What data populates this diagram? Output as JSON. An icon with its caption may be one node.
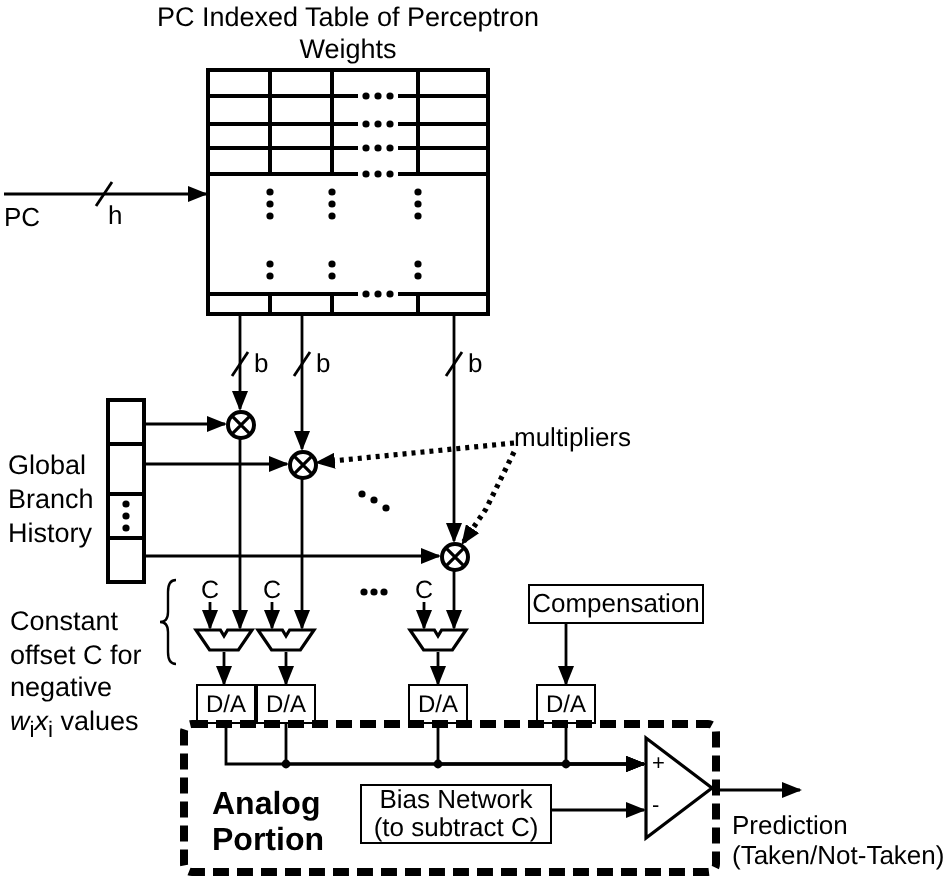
{
  "diagram": {
    "nodes": [
      {
        "text": [
          "PC Indexed Table of Perceptron Weights"
        ]
      },
      {
        "text": [
          "PC"
        ]
      },
      {
        "text": [
          "Global Branch History"
        ]
      },
      {
        "text": [],
        "shape": "circle"
      },
      {
        "text": [],
        "shape": "circle"
      },
      {
        "text": [
          "multipliers"
        ]
      },
      {
        "text": [],
        "shape": "circle"
      },
      {
        "text": [
          "C"
        ]
      },
      {
        "text": [
          "C"
        ]
      },
      {
        "text": [
          "C"
        ]
      },
      {
        "text": [
          "Compensation"
        ]
      },
      {
        "text": [],
        "shape": "trapezoid"
      },
      {
        "text": [],
        "shape": "trapezoid"
      },
      {
        "text": [],
        "shape": "trapezoid"
      },
      {
        "text": [
          "D/A"
        ]
      },
      {
        "text": [
          "D/A"
        ]
      },
      {
        "text": [
          "D/A"
        ]
      },
      {
        "text": [
          "D/A"
        ]
      },
      {
        "text": [
          "Analog Portion"
        ]
      },
      {
        "text": [
          "Bias Network (to subtract C)"
        ],
        "in": 18
      },
      {
        "text": [
          "+",
          "-"
        ],
        "in": 18
      },
      {
        "text": [
          "Prediction (Taken/Not-Taken)"
        ]
      }
    ],
    "edges": [
      {
        "from": 1,
        "to": 0,
        "arrow": "to",
        "label": "h"
      },
      {
        "from": 0,
        "to": 3,
        "arrow": "to",
        "label": "b"
      },
      {
        "from": 0,
        "to": 4,
        "arrow": "to",
        "label": "b"
      },
      {
        "from": 0,
        "to": 6,
        "arrow": "to",
        "label": "b"
      },
      {
        "from": 2,
        "to": 3,
        "arrow": "to"
      },
      {
        "from": 2,
        "to": 4,
        "arrow": "to"
      },
      {
        "from": 2,
        "to": 6,
        "arrow": "to"
      },
      {
        "from": 5,
        "to": 4,
        "arrow": "to",
        "style": "dashed"
      },
      {
        "from": 5,
        "to": 6,
        "arrow": "to",
        "style": "dashed"
      },
      {
        "from": 3,
        "to": 11,
        "arrow": "to"
      },
      {
        "from": 4,
        "to": 12,
        "arrow": "to"
      },
      {
        "from": 6,
        "to": 13,
        "arrow": "to"
      },
      {
        "from": 7,
        "to": 11,
        "arrow": "to"
      },
      {
        "from": 8,
        "to": 12,
        "arrow": "to"
      },
      {
        "from": 9,
        "to": 13,
        "arrow": "to"
      },
      {
        "from": 11,
        "to": 14,
        "arrow": "to"
      },
      {
        "from": 12,
        "to": 15,
        "arrow": "to"
      },
      {
        "from": 13,
        "to": 16,
        "arrow": "to"
      },
      {
        "from": 10,
        "to": 17,
        "arrow": "to"
      },
      {
        "from": 14,
        "to": 20,
        "arrow": "to"
      },
      {
        "from": 15,
        "to": 20,
        "arrow": "to"
      },
      {
        "from": 16,
        "to": 20,
        "arrow": "to"
      },
      {
        "from": 17,
        "to": 20,
        "arrow": "to"
      },
      {
        "from": 19,
        "to": 20,
        "arrow": "to"
      },
      {
        "from": 20,
        "to": 21,
        "arrow": "to"
      }
    ],
    "labels": [
      "Constant offset C for negative *w*$_{i}$*x*$_{i}$ values"
    ]
  }
}
